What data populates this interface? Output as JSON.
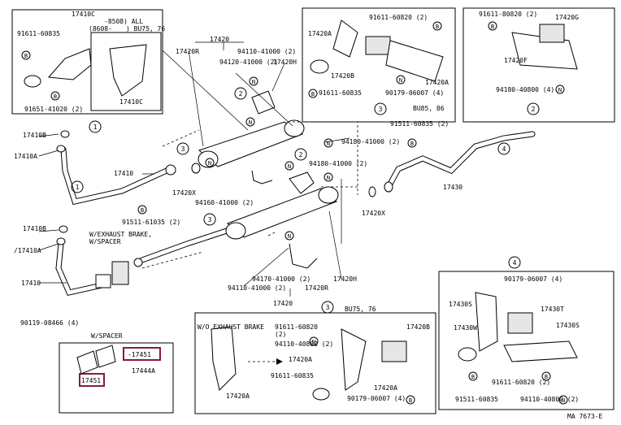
{
  "labels": {
    "p17410c_top": "17410C",
    "range_8508": "-8508) ALL",
    "range_8608": "(8608-",
    "range_bu75": ") BU75, 76",
    "p91611_60835_a": "91611-60835",
    "p17410c_mid": "17410C",
    "p91651_41020": "91651-41020 (2)",
    "p17420_top": "17420",
    "p17420r_top": "17420R",
    "p94110_41000_a": "94110-41000 (2)",
    "p94120_41000_a": "94120-41000 (2)",
    "p17420h_a": "17420H",
    "p17420a_tl": "17420A",
    "p91611_60820_a": "91611-60820 (2)",
    "p17420b_a": "17420B",
    "p17420a_tl2": "17420A",
    "p91611_60835_b": "91611-60835",
    "p90179_06007_a": "90179-06007 (4)",
    "p91611_80820_a": "91611-80820 (2)",
    "p17420g": "17420G",
    "p17420f": "17420F",
    "p94180_40800": "94180-40800 (4)",
    "bu85": "BU85, 86",
    "p17410b_a": "17410B",
    "p17410a_a": "17410A",
    "p17410": "17410",
    "p91511_60835": "91511-60835 (2)",
    "p94180_41000_a": "94180-41000 (2)",
    "p94180_41000_b": "94180-41000 (2)",
    "p17420x_a": "17420X",
    "p94160_41000": "94160-41000 (2)",
    "p91511_61035": "91511-61035 (2)",
    "p17430": "17430",
    "p17420x_b": "17420X",
    "p17410b_b": "17410B",
    "wexh1": "W/EXHAUST BRAKE,",
    "wexh2": "W/SPACER",
    "p17410a_b": "/17410A",
    "p17410_b": "17410",
    "p94170_41000": "94170-41000 (2)",
    "p94110_41000_b": "94110-41000 (2)",
    "p17420r_b": "17420R",
    "p17420h_b": "17420H",
    "p17420_bot": "17420",
    "p90119_08466": "90119-08466 (4)",
    "wspacer": "W/SPACER",
    "p17451_a": "-17451",
    "p17444a": "17444A",
    "p17451_b": "17451",
    "wo_exh": "W/O EXHAUST BRAKE",
    "p91611_60820_b": "91611-60820",
    "p91611_60820_b_q": "(2)",
    "p94110_40800_a": "94110-40800 (2)",
    "p17420a_b1": "17420A",
    "p91611_60835_c": "91611-60835",
    "p17420a_b2": "17420A",
    "bu75_76": "BU75, 76",
    "p17420b_b": "17420B",
    "p17420a_b3": "17420A",
    "p90179_06007_b": "90179-06007 (4)",
    "p90179_06007_c": "90179-06007 (4)",
    "p17430s_a": "17430S",
    "p17430t": "17430T",
    "p17430w": "17430W",
    "p17430s_b": "17430S",
    "p91611_60820_c": "91611-60820 (2)",
    "p91511_60835_d": "91511-60835",
    "p94110_40800_b": "94110-40800 (2)",
    "ref": "MA 7673-E"
  },
  "callouts": {
    "c1": "1",
    "c2": "2",
    "c3": "3",
    "c4": "4"
  },
  "symbols": {
    "b": "B",
    "n": "N"
  }
}
